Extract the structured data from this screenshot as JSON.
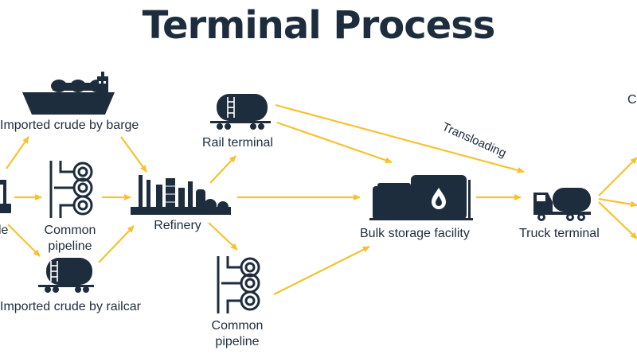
{
  "title": "Terminal Process",
  "labels": {
    "crude_partial": "le",
    "barge": "Imported crude by barge",
    "pipeline1_line1": "Common",
    "pipeline1_line2": "pipeline",
    "railcar": "Imported crude by railcar",
    "refinery": "Refinery",
    "rail_terminal": "Rail terminal",
    "pipeline2_line1": "Common",
    "pipeline2_line2": "pipeline",
    "bulk_storage": "Bulk storage facility",
    "truck_terminal": "Truck terminal",
    "transloading": "Transloading",
    "right_partial": "C"
  },
  "colors": {
    "icon": "#1e2d3d",
    "arrow": "#f7c230",
    "text": "#1e2d3d"
  },
  "icons": [
    "oil-well-icon",
    "barge-icon",
    "pipeline-icon",
    "railcar-icon",
    "refinery-icon",
    "rail-tanker-icon",
    "storage-tank-icon",
    "truck-icon"
  ]
}
